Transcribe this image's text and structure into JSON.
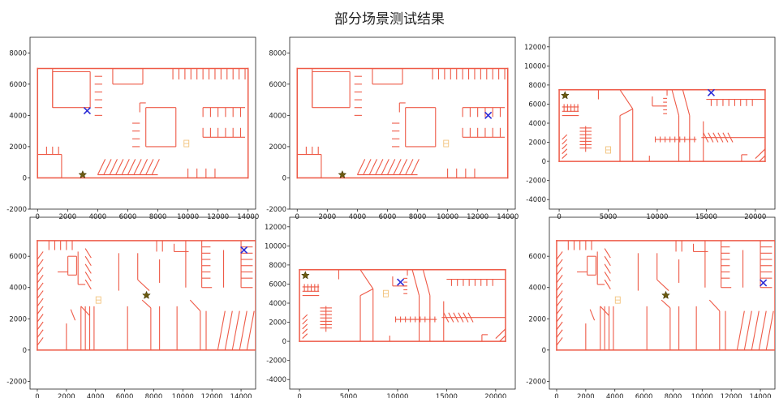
{
  "title": "部分场景测试结果",
  "colors": {
    "wall": "#ee5a47",
    "car": "#f2c27a",
    "goal": "#2b2bd6",
    "start": "#6b5a10"
  },
  "chart_data": [
    {
      "type": "scatter",
      "layout": "A",
      "xlim": [
        -500,
        14500
      ],
      "ylim": [
        -2000,
        9000
      ],
      "xticks": [
        0,
        2000,
        4000,
        6000,
        8000,
        10000,
        12000,
        14000
      ],
      "yticks": [
        -2000,
        0,
        2000,
        4000,
        6000,
        8000
      ],
      "goal": [
        3300,
        4300
      ],
      "start": [
        3000,
        200
      ],
      "car": [
        9900,
        2200
      ]
    },
    {
      "type": "scatter",
      "layout": "A",
      "xlim": [
        -500,
        14500
      ],
      "ylim": [
        -2000,
        9000
      ],
      "xticks": [
        0,
        2000,
        4000,
        6000,
        8000,
        10000,
        12000,
        14000
      ],
      "yticks": [
        -2000,
        0,
        2000,
        4000,
        6000,
        8000
      ],
      "goal": [
        12700,
        4000
      ],
      "start": [
        3000,
        200
      ],
      "car": [
        9900,
        2200
      ]
    },
    {
      "type": "scatter",
      "layout": "B",
      "xlim": [
        -1000,
        22000
      ],
      "ylim": [
        -5000,
        13000
      ],
      "xticks": [
        0,
        5000,
        10000,
        15000,
        20000
      ],
      "yticks": [
        -4000,
        -2000,
        0,
        2000,
        4000,
        6000,
        8000,
        10000,
        12000
      ],
      "goal": [
        15500,
        7200
      ],
      "start": [
        600,
        6900
      ],
      "car": [
        5000,
        1200
      ]
    },
    {
      "type": "scatter",
      "layout": "C",
      "xlim": [
        -500,
        15000
      ],
      "ylim": [
        -2500,
        8500
      ],
      "xticks": [
        0,
        2000,
        4000,
        6000,
        8000,
        10000,
        12000,
        14000
      ],
      "yticks": [
        -2000,
        0,
        2000,
        4000,
        6000
      ],
      "goal": [
        14200,
        6400
      ],
      "start": [
        7500,
        3500
      ],
      "car": [
        4200,
        3200
      ]
    },
    {
      "type": "scatter",
      "layout": "B",
      "xlim": [
        -1000,
        22000
      ],
      "ylim": [
        -5000,
        13000
      ],
      "xticks": [
        0,
        5000,
        10000,
        15000,
        20000
      ],
      "yticks": [
        -4000,
        -2000,
        0,
        2000,
        4000,
        6000,
        8000,
        10000,
        12000
      ],
      "goal": [
        10300,
        6200
      ],
      "start": [
        600,
        6900
      ],
      "car": [
        8800,
        5000
      ]
    },
    {
      "type": "scatter",
      "layout": "C",
      "xlim": [
        -500,
        15000
      ],
      "ylim": [
        -2500,
        8500
      ],
      "xticks": [
        0,
        2000,
        4000,
        6000,
        8000,
        10000,
        12000,
        14000
      ],
      "yticks": [
        -2000,
        0,
        2000,
        4000,
        6000
      ],
      "goal": [
        14200,
        4300
      ],
      "start": [
        7500,
        3500
      ],
      "car": [
        4200,
        3200
      ]
    }
  ]
}
